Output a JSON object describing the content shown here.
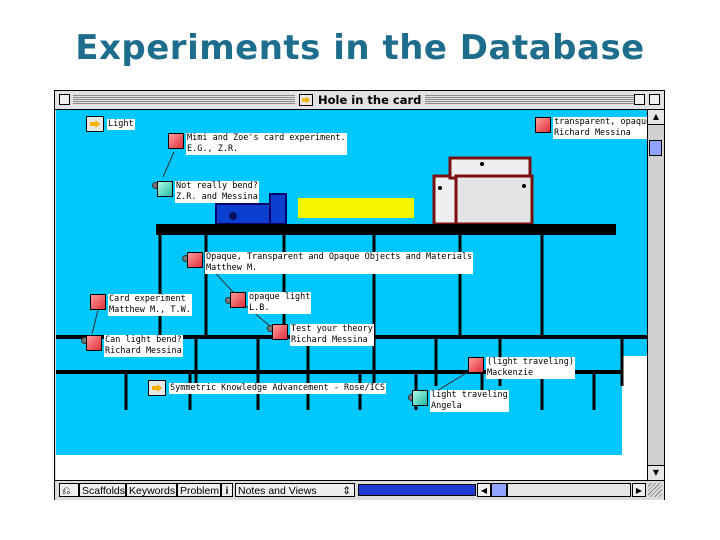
{
  "slide": {
    "title": "Experiments in the Database"
  },
  "window": {
    "title": "Hole in the card"
  },
  "links": {
    "light": "Light",
    "ska": "Symmetric Knowledge Advancement - Rose/ICS"
  },
  "notes": {
    "mimi": {
      "title": "Mimi and Zoe's card experiment.",
      "author": "E.G., Z.R."
    },
    "not_really": {
      "title": "Not really bend?",
      "author": "Z.R. and Messina"
    },
    "transparent": {
      "title": "transparent, opaque",
      "author": "Richard Messina"
    },
    "opaque_materials": {
      "title": "Opaque, Transparent and Opaque Objects and Materials",
      "author": "Matthew M."
    },
    "opaque_light": {
      "title": "opaque light",
      "author": "L.B."
    },
    "card_exp": {
      "title": "Card experiment",
      "author": "Matthew M., T.W."
    },
    "test_theory": {
      "title": "Test your theory",
      "author": "Richard Messina"
    },
    "can_bend": {
      "title": "Can light bend?",
      "author": "Richard Messina"
    },
    "light_trav_mk": {
      "title": "(light traveling)",
      "author": "Mackenzie"
    },
    "light_trav_an": {
      "title": "light traveling",
      "author": "Angela"
    }
  },
  "toolbar": {
    "scaffolds": "Scaffolds",
    "keywords": "Keywords",
    "problem": "Problem",
    "info": "i",
    "view_select": "Notes and Views"
  },
  "colors": {
    "title": "#1f6d8c",
    "canvas": "#00c8ff",
    "note_red": "#e0303a",
    "note_cyan": "#20b8a0"
  }
}
